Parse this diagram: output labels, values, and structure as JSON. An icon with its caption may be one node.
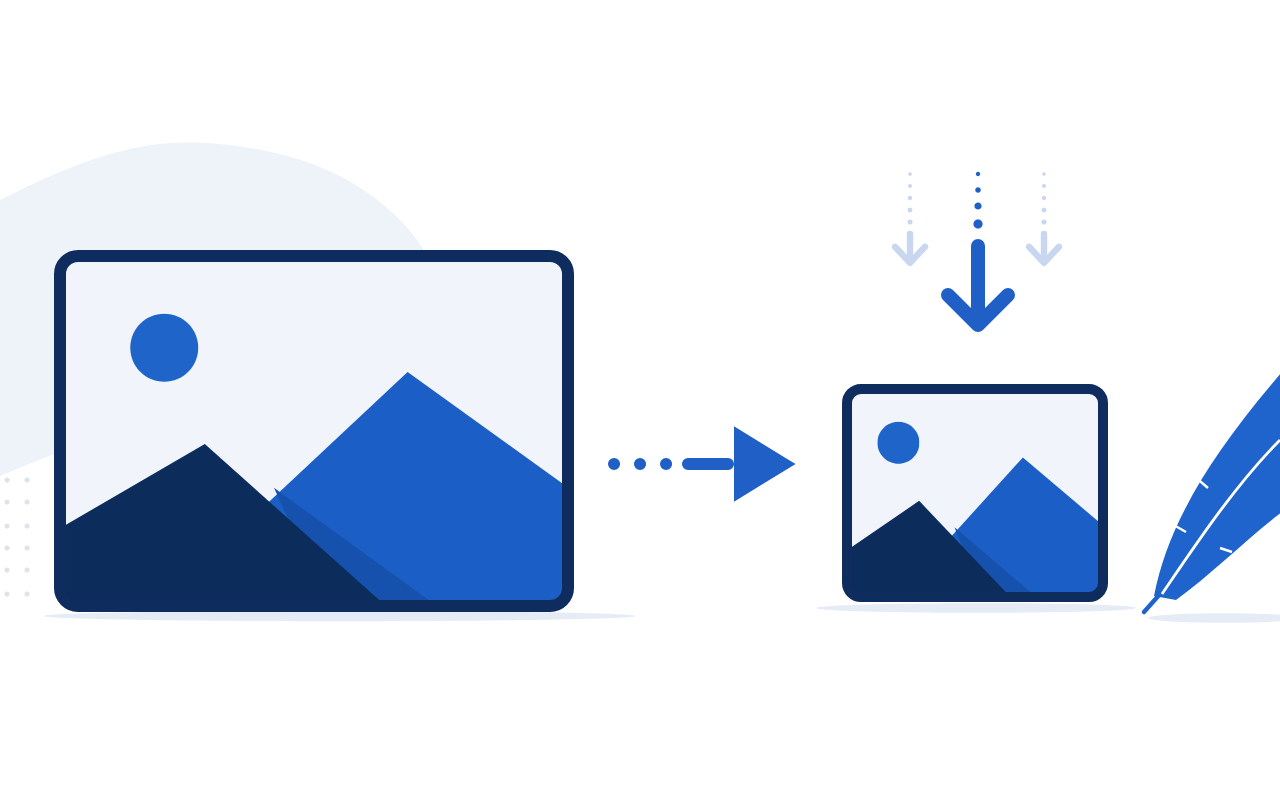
{
  "diagram": {
    "nodes": [
      {
        "text": [],
        "shape": "picture"
      },
      {
        "text": [],
        "shape": "picture"
      }
    ],
    "edges": [
      {
        "from": 0,
        "to": 1,
        "arrow": "to",
        "style": "dashed"
      }
    ]
  }
}
